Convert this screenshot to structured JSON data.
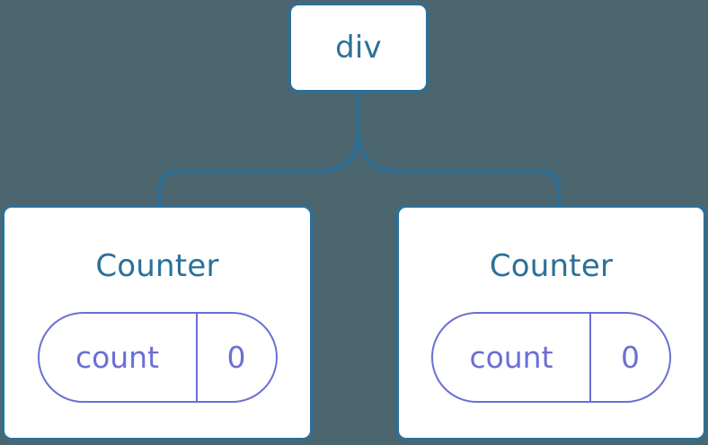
{
  "diagram": {
    "type": "component-tree",
    "background_color": "#4c6670",
    "node_color": "#2b7099",
    "state_color": "#6b6fd4",
    "root": {
      "label": "div"
    },
    "children": [
      {
        "label": "Counter",
        "state": {
          "key": "count",
          "value": "0"
        }
      },
      {
        "label": "Counter",
        "state": {
          "key": "count",
          "value": "0"
        }
      }
    ]
  }
}
